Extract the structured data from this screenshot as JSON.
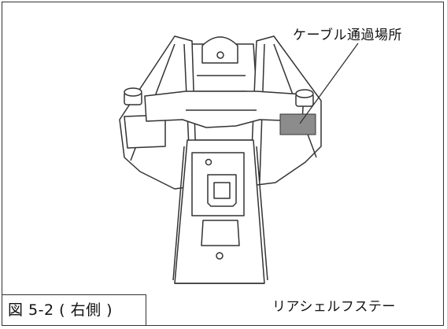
{
  "callout": {
    "label": "ケーブル通過場所"
  },
  "figure": {
    "label": "図 5-2 ( 右側 )",
    "part_name": "リアシェルフステー"
  },
  "colors": {
    "line": "#333333",
    "highlight": "#8c8c8c",
    "bracket_fill": "#ffffff"
  }
}
